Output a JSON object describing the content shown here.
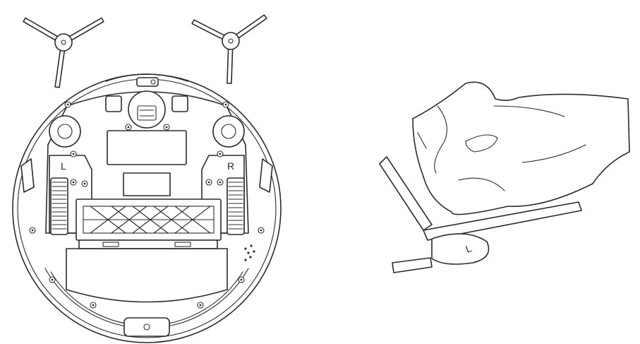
{
  "robot": {
    "left_label": "L",
    "right_label": "R"
  },
  "brush": {
    "marking": "L"
  }
}
